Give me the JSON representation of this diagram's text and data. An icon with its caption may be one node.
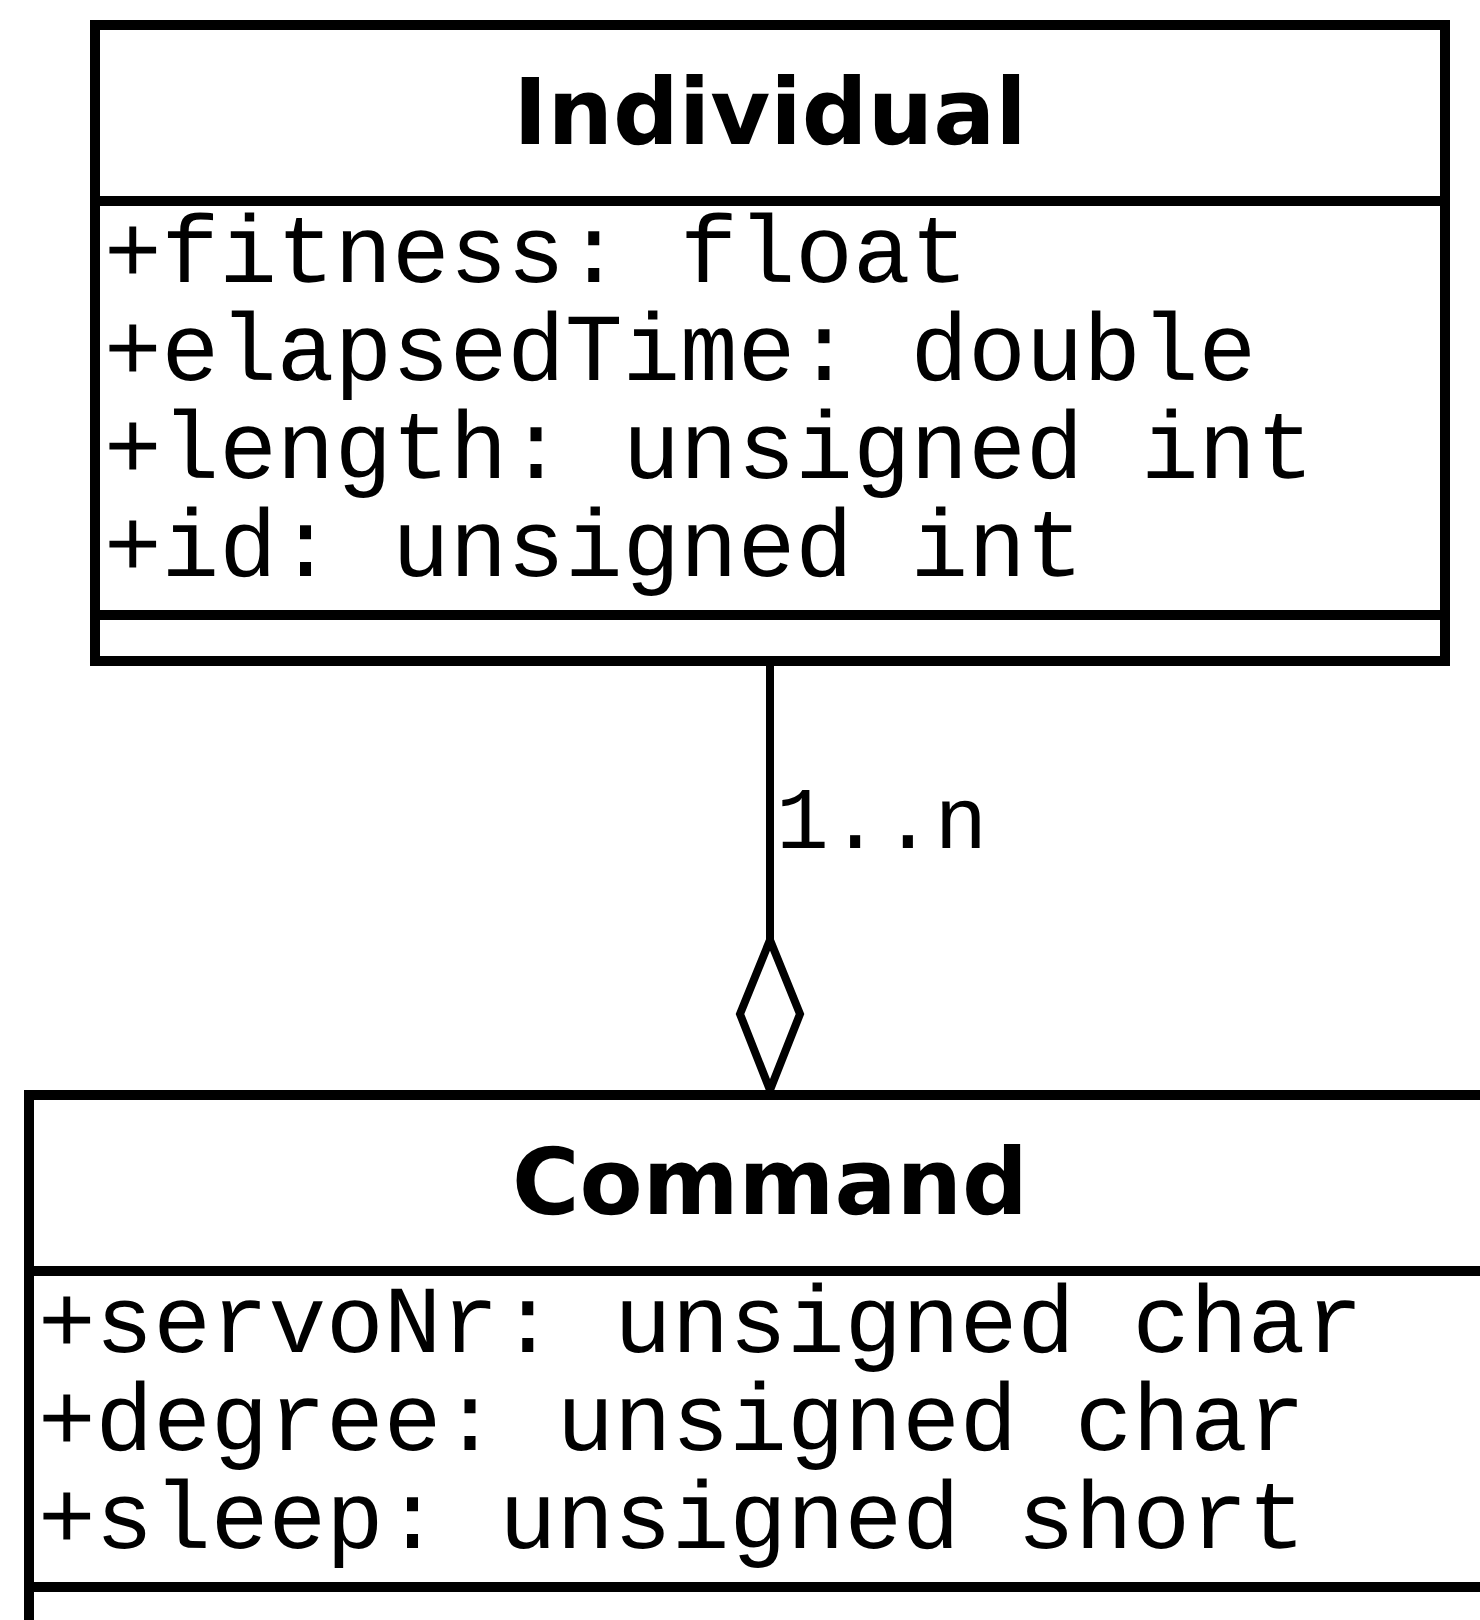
{
  "diagram": {
    "nodes": [
      {
        "text": [
          "Individual",
          "+fitness: float",
          "+elapsedTime: double",
          "+length: unsigned int",
          "+id: unsigned int"
        ]
      },
      {
        "text": [
          "Command",
          "+servoNr: unsigned char",
          "+degree: unsigned char",
          "+sleep: unsigned short"
        ]
      }
    ],
    "edges": [
      {
        "from": 0,
        "to": 1,
        "arrow": "other",
        "label": "1..n"
      }
    ]
  }
}
